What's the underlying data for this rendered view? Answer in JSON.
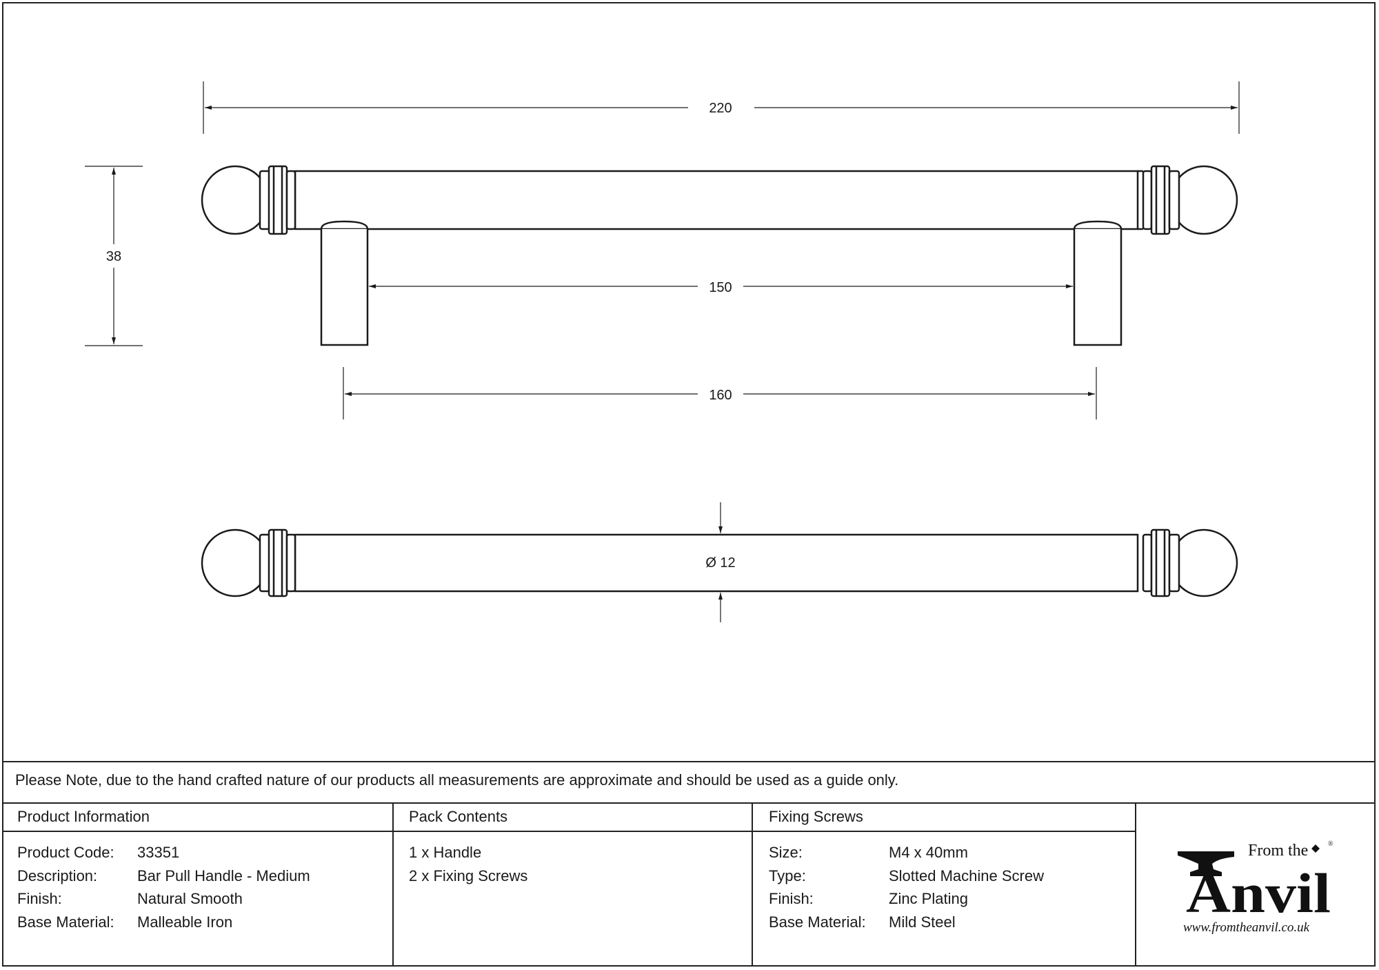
{
  "dimensions": {
    "overall_length": "220",
    "height": "38",
    "inner_gap": "150",
    "centres": "160",
    "diameter": "Ø 12"
  },
  "note": "Please Note, due to the hand crafted nature of our products all measurements are approximate and should be used as a guide only.",
  "product_information": {
    "heading": "Product Information",
    "rows": [
      {
        "label": "Product Code:",
        "value": "33351"
      },
      {
        "label": "Description:",
        "value": "Bar Pull Handle - Medium"
      },
      {
        "label": "Finish:",
        "value": "Natural Smooth"
      },
      {
        "label": "Base Material:",
        "value": "Malleable Iron"
      }
    ]
  },
  "pack_contents": {
    "heading": "Pack Contents",
    "items": [
      "1 x Handle",
      "2 x Fixing Screws"
    ]
  },
  "fixing_screws": {
    "heading": "Fixing Screws",
    "rows": [
      {
        "label": "Size:",
        "value": "M4 x 40mm"
      },
      {
        "label": "Type:",
        "value": "Slotted Machine Screw"
      },
      {
        "label": "Finish:",
        "value": "Zinc Plating"
      },
      {
        "label": "Base Material:",
        "value": "Mild Steel"
      }
    ]
  },
  "logo": {
    "from_the": "From the",
    "name": "Anvil",
    "registered": "®",
    "url": "www.fromtheanvil.co.uk"
  }
}
